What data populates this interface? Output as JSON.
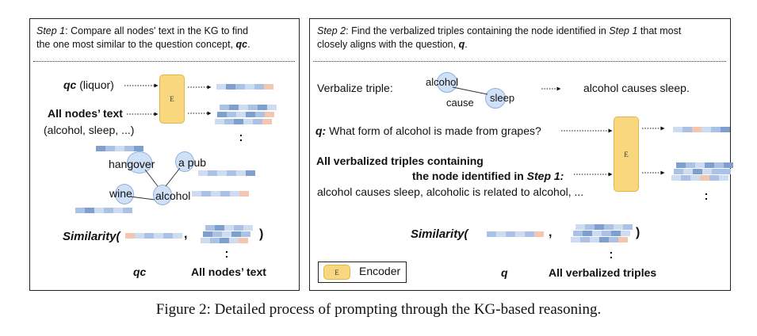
{
  "left_panel": {
    "step_label": "Step 1",
    "step_text_line1": ": Compare all nodes' text in the KG to find",
    "step_text_line2": "the one most similar to the question concept, ",
    "step_qc": "qc",
    "step_end": ".",
    "qc_prefix": "qc",
    "qc_rest": " (liquor)",
    "all_nodes_label": "All nodes’ text",
    "all_nodes_example": "(alcohol, sleep, ...)",
    "encoder_letter": "E",
    "graph_nodes": [
      "hangover",
      "a pub",
      "wine",
      "alcohol"
    ],
    "similarity_label": "Similarity(",
    "similarity_comma": ",",
    "similarity_close": ")",
    "bottom_qc": "qc",
    "bottom_all_nodes": "All nodes’ text"
  },
  "right_panel": {
    "step_label": "Step 2",
    "step_text_line1_a": ": Find the verbalized triples containing the node identified in ",
    "step_text_line1_ref": "Step 1",
    "step_text_line1_b": " that most",
    "step_text_line2": "closely aligns with the question, ",
    "step_q": "q",
    "step_end": ".",
    "verbalize_label": "Verbalize triple:",
    "triple_head": "alcohol",
    "triple_relation": "cause",
    "triple_tail": "sleep",
    "triple_sentence": "alcohol causes sleep.",
    "q_prefix": "q:",
    "q_text": " What form of alcohol is made from grapes?",
    "triples_line1": "All verbalized triples containing",
    "triples_line2_a": "the node identified in ",
    "triples_line2_ref": "Step 1:",
    "triples_examples": "alcohol causes sleep, alcoholic is related to alcohol, ...",
    "encoder_letter": "E",
    "similarity_label": "Similarity(",
    "similarity_comma": ",",
    "similarity_close": ")",
    "legend_letter": "E",
    "legend_label": "Encoder",
    "bottom_q": "q",
    "bottom_triples": "All verbalized triples"
  },
  "caption": "Figure 2: Detailed process of prompting through the KG-based reasoning.",
  "colors": {
    "encoder_fill": "#f9d77e",
    "node_fill": "#cfe0f7",
    "vec_dark": "#7f9fcf",
    "vec_mid": "#a9c2e6",
    "vec_light": "#cddcf1",
    "vec_peach": "#f4c6b0"
  }
}
